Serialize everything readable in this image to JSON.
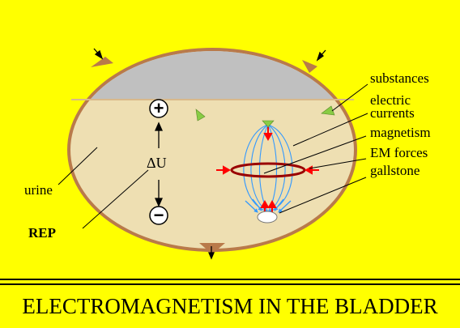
{
  "labels": {
    "substances": "substances",
    "electric_currents_line1": "electric",
    "electric_currents_line2": "currents",
    "magnetism": "magnetism",
    "em_forces": "EM forces",
    "gallstone": "gallstone",
    "urine": "urine",
    "rep": "REP",
    "delta_u": "ΔU",
    "plus_sign": "+",
    "minus_sign": "−"
  },
  "title": "ELECTROMAGNETISM IN THE BLADDER",
  "colors": {
    "background": "#ffff00",
    "bladder_wall": "#b97a4a",
    "urine": "#eedfb2",
    "air_space": "#c0c0c0",
    "field_lines": "#3399ff",
    "current_ring": "#990000",
    "force_arrows": "#ff0000",
    "particles": "#88cc44",
    "gallstone": "#ffffff"
  }
}
